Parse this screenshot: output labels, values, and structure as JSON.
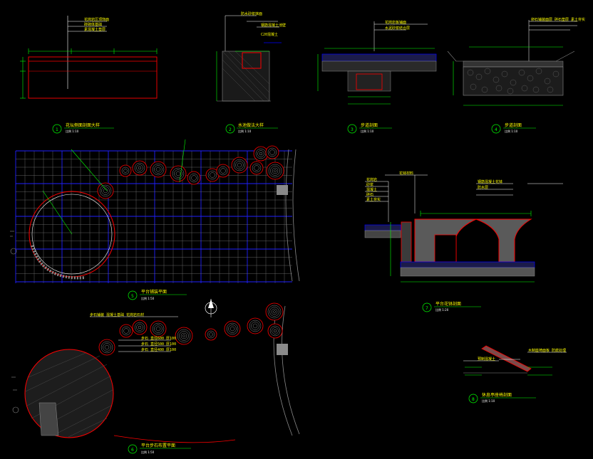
{
  "drawing": {
    "background": "#000000",
    "colors": {
      "green": "#00ff00",
      "red": "#ff0000",
      "white": "#ffffff",
      "yellow": "#ffff00",
      "blue": "#0000ff",
      "grey": "#8a8a8a",
      "cyan": "#00ffff",
      "magenta": "#ff00ff"
    }
  },
  "details": [
    {
      "number": "1",
      "title": "花坛侧面剖面大样",
      "scale": "比例 1:10"
    },
    {
      "number": "2",
      "title": "水池做法大样",
      "scale": "比例 1:10"
    },
    {
      "number": "3",
      "title": "步道剖面",
      "scale": "比例 1:10"
    },
    {
      "number": "4",
      "title": "步道剖面",
      "scale": "比例 1:10"
    },
    {
      "number": "5",
      "title": "平台铺装平面",
      "scale": "比例 1:50"
    },
    {
      "number": "6",
      "title": "平台步石布置平面",
      "scale": "比例 1:50"
    },
    {
      "number": "7",
      "title": "平台花钵剖面",
      "scale": "比例 1:20"
    },
    {
      "number": "8",
      "title": "休息亭座椅剖面",
      "scale": "比例 1:10"
    }
  ],
  "notes": {
    "top_left": [
      "花岗岩压顶饰面",
      "砖砌体基础",
      "素混凝土垫层"
    ],
    "detail2": [
      "防水砂浆抹面",
      "钢筋混凝土池壁",
      "C20混凝土"
    ],
    "detail3": [
      "花岗岩板铺面",
      "水泥砂浆结合层"
    ],
    "detail4": [
      "卵石铺装面层 碎石垫层 素土夯实"
    ],
    "detail7_left": [
      "花岗岩",
      "砂浆",
      "混凝土",
      "碎石",
      "素土夯实"
    ],
    "detail7_top": [
      "花钵材料",
      "钢筋混凝土花钵",
      "防水层"
    ],
    "plan6": [
      "步石 直径600 厚100",
      "步石 直径500 厚100",
      "步石 直径400 厚100"
    ],
    "plan6_top": "步石铺装 混凝土基础 花岗岩石材",
    "detail8": [
      "预制混凝土",
      "木制座椅面板 防腐处理"
    ]
  }
}
